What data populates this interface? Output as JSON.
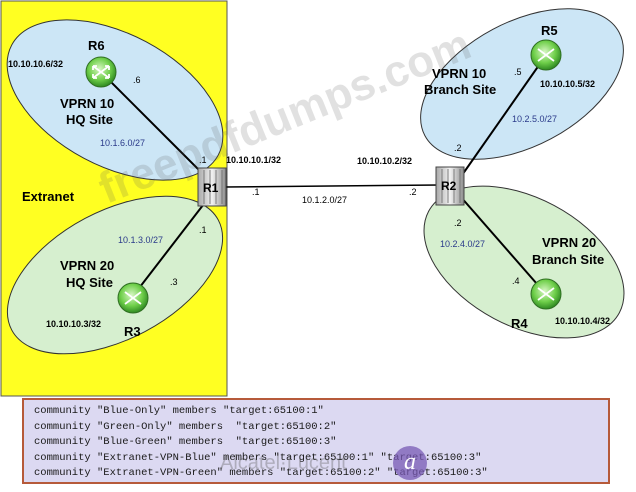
{
  "extranet_label": "Extranet",
  "routers": {
    "r1": {
      "name": "R1"
    },
    "r2": {
      "name": "R2"
    },
    "r3": {
      "name": "R3"
    },
    "r4": {
      "name": "R4"
    },
    "r5": {
      "name": "R5"
    },
    "r6": {
      "name": "R6"
    }
  },
  "sites": {
    "hq10": {
      "line1": "VPRN 10",
      "line2": "HQ Site"
    },
    "hq20": {
      "line1": "VPRN 20",
      "line2": "HQ Site"
    },
    "br10": {
      "line1": "VPRN 10",
      "line2": "Branch Site"
    },
    "br20": {
      "line1": "VPRN 20",
      "line2": "Branch Site"
    }
  },
  "loopbacks": {
    "r1": "10.10.10.1/32",
    "r2": "10.10.10.2/32",
    "r3": "10.10.10.3/32",
    "r4": "10.10.10.4/32",
    "r5": "10.10.10.5/32",
    "r6": "10.10.10.6/32"
  },
  "subnets": {
    "r1_r6": "10.1.6.0/27",
    "r1_r3": "10.1.3.0/27",
    "r1_r2": "10.1.2.0/27",
    "r2_r5": "10.2.5.0/27",
    "r2_r4": "10.2.4.0/27"
  },
  "host_ids": {
    "r6": ".6",
    "r1_to_r6": ".1",
    "r1_to_r3": ".1",
    "r3": ".3",
    "r1_to_r2": ".1",
    "r2_to_r1": ".2",
    "r2_to_r5": ".2",
    "r5": ".5",
    "r2_to_r4": ".2",
    "r4": ".4"
  },
  "config_lines": [
    "community \"Blue-Only\" members \"target:65100:1\"",
    "community \"Green-Only\" members  \"target:65100:2\"",
    "community \"Blue-Green\" members  \"target:65100:3\"",
    "community \"Extranet-VPN-Blue\" members \"target:65100:1\" \"target:65100:3\"",
    "community \"Extranet-VPN-Green\" members \"target:65100:2\" \"target:65100:3\""
  ],
  "watermark": "freepdfdumps.com",
  "vendor_mark": "Alcatel·Lucent",
  "colors": {
    "extranet_fill": "#ffff22",
    "blue_site": "#cce6f6",
    "green_site": "#d6efcf",
    "router_green": "#6fcf4a",
    "config_bg": "#dcd9f2",
    "config_border": "#b65a3a"
  }
}
